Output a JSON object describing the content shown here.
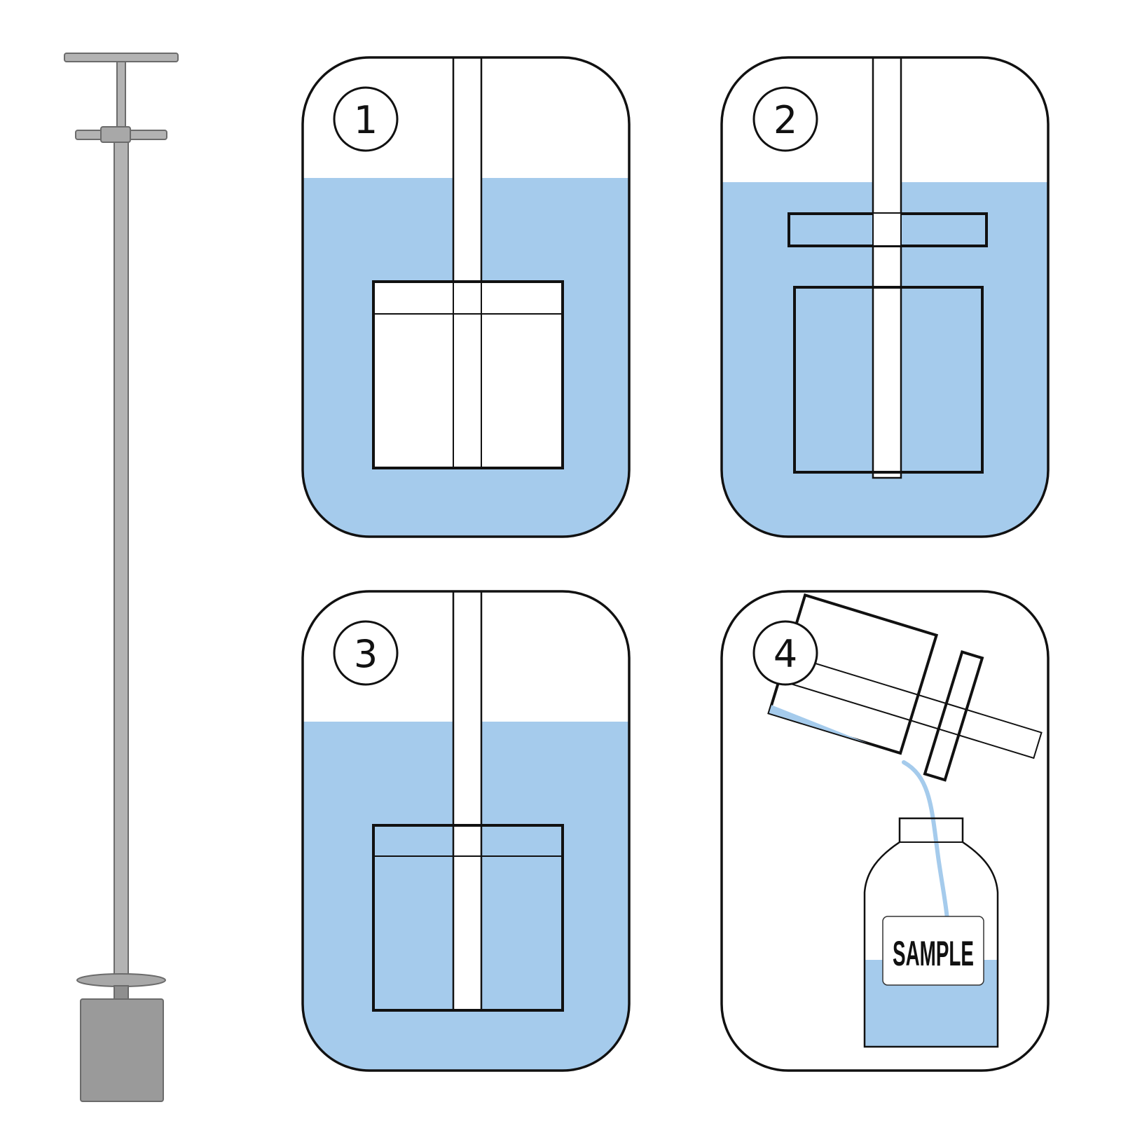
{
  "panels": [
    {
      "number": "1"
    },
    {
      "number": "2"
    },
    {
      "number": "3"
    },
    {
      "number": "4"
    }
  ],
  "bottle": {
    "label": "SAMPLE"
  },
  "colors": {
    "water": "#a5cbec",
    "outline": "#111111",
    "sampler": "#9a9a9a",
    "sampler_dark": "#6b6b6b",
    "background": "#ffffff"
  }
}
